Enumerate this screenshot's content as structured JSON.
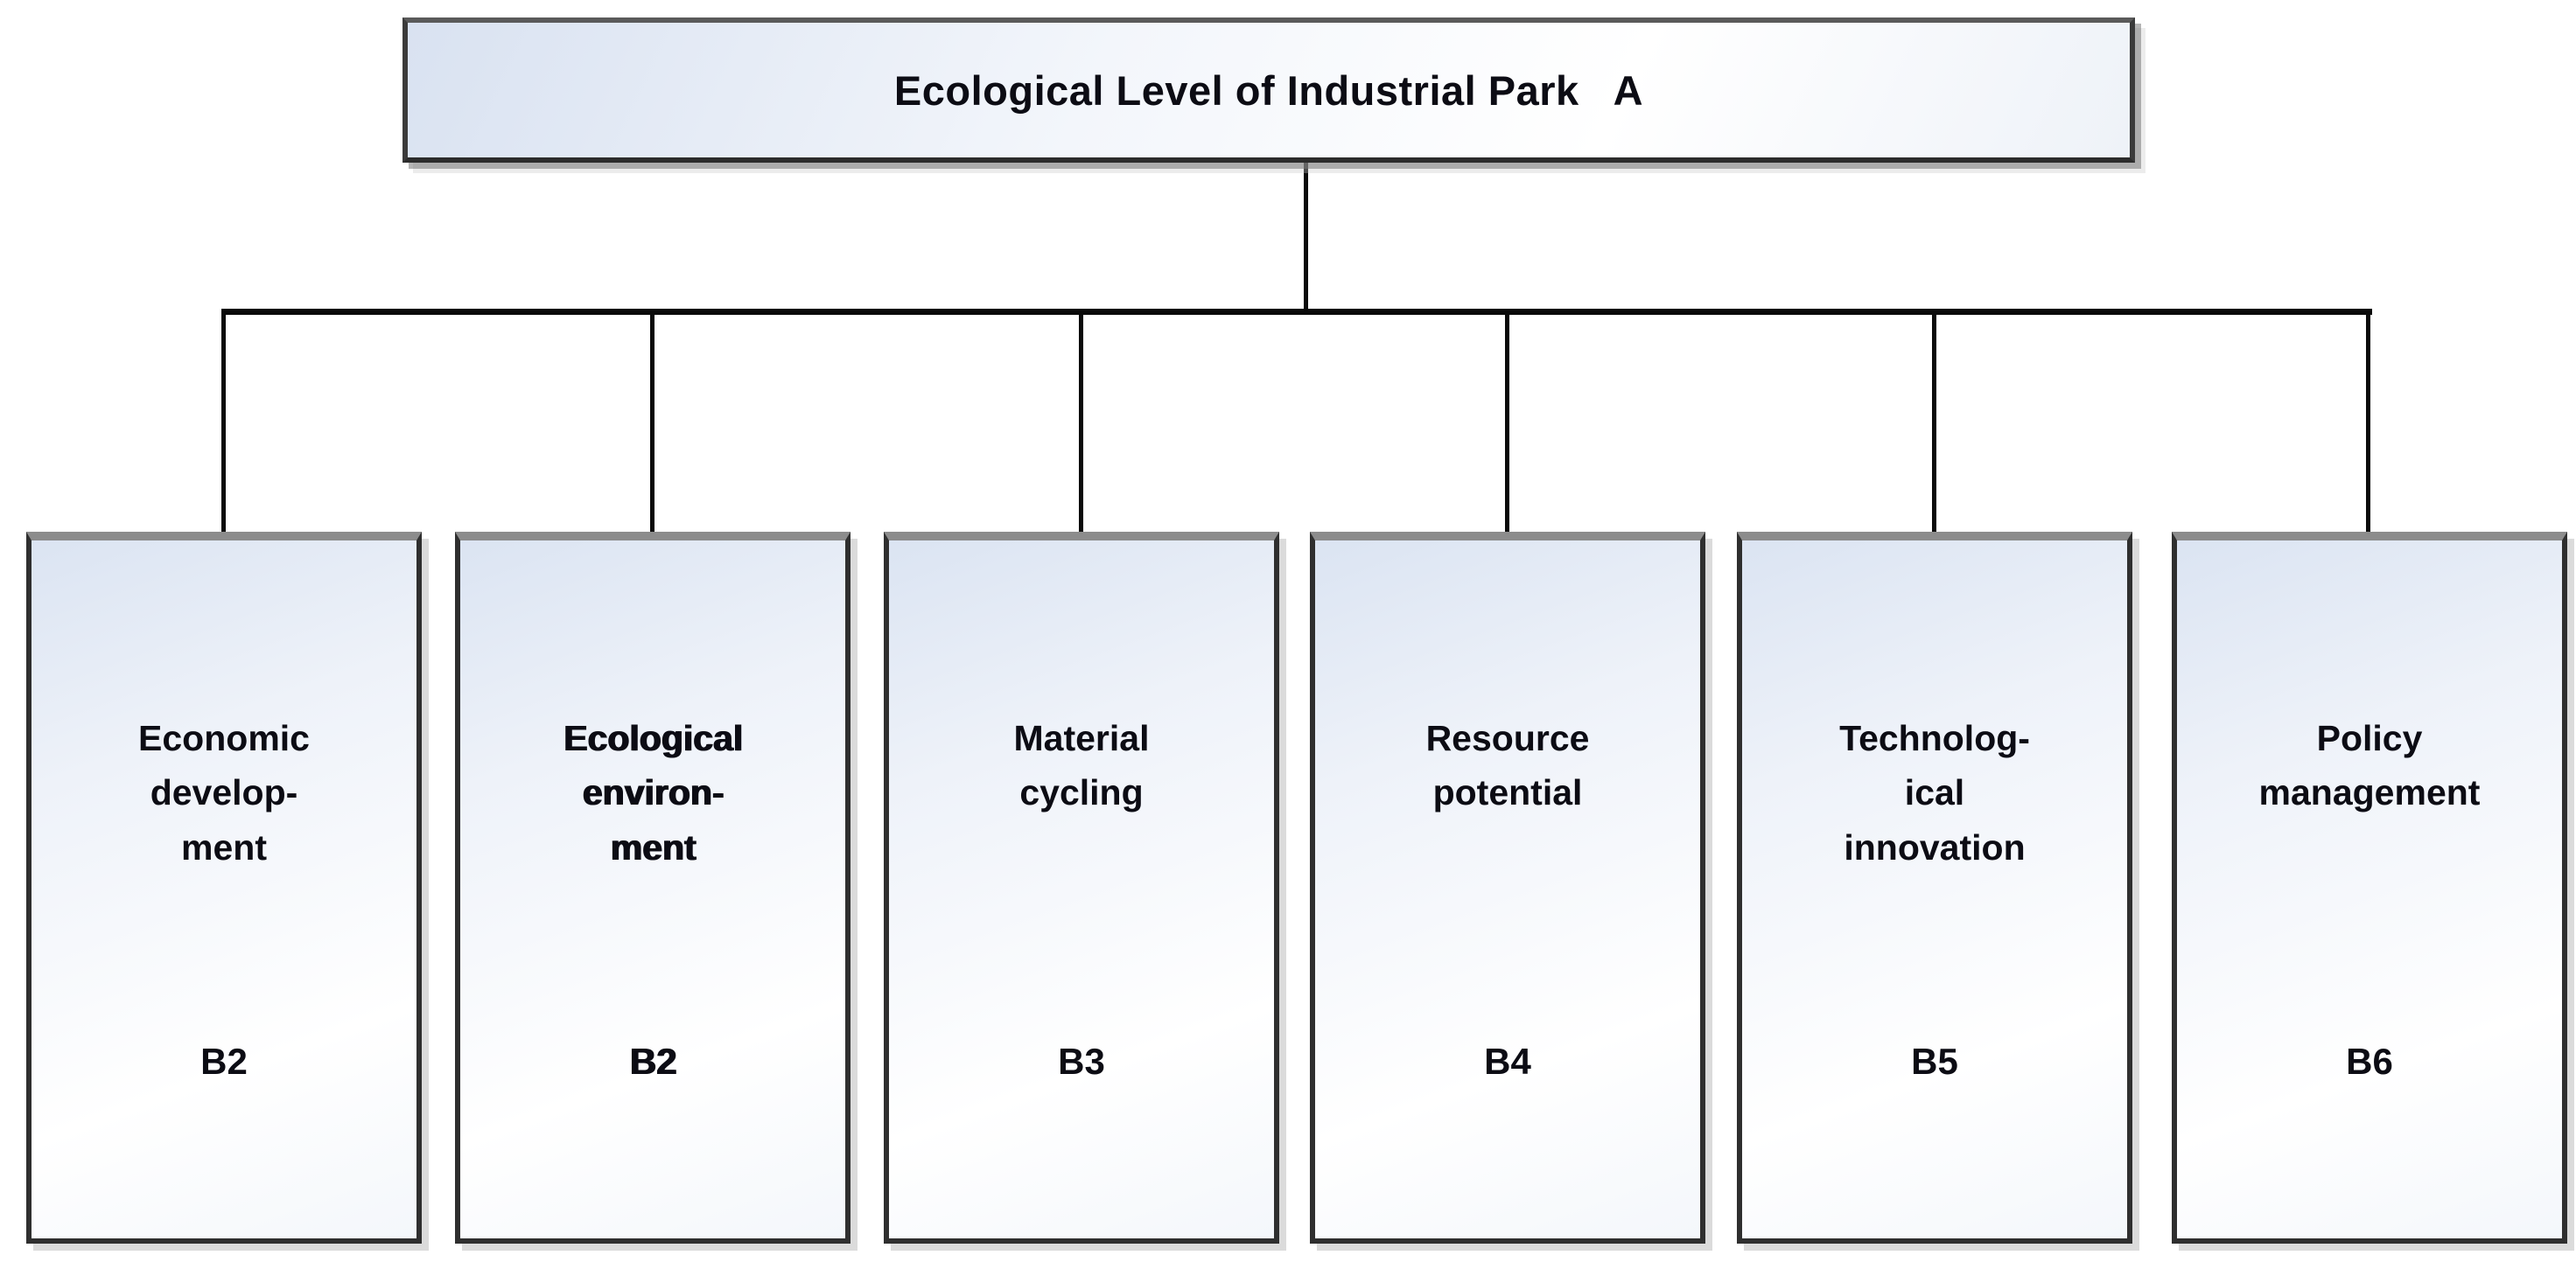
{
  "root": {
    "label": "Ecological Level of Industrial Park   A"
  },
  "children": [
    {
      "name": "economic-development",
      "line1": "Economic",
      "line2": "develop-",
      "line3": "ment",
      "code": "B2"
    },
    {
      "name": "ecological-environment",
      "line1": "Ecological",
      "line2": "environ-",
      "line3": "ment",
      "code": "B2"
    },
    {
      "name": "material-cycling",
      "line1": "Material",
      "line2": "cycling",
      "line3": "",
      "code": "B3"
    },
    {
      "name": "resource-potential",
      "line1": "Resource",
      "line2": "potential",
      "line3": "",
      "code": "B4"
    },
    {
      "name": "technological-innovation",
      "line1": "Technolog-",
      "line2": "ical",
      "line3": "innovation",
      "code": "B5"
    },
    {
      "name": "policy-management",
      "line1": "Policy",
      "line2": "management",
      "line3": "",
      "code": "B6"
    }
  ],
  "colors": {
    "node_fill_top": "#dbe4f2",
    "node_fill_bottom": "#ffffff",
    "node_border": "#2f2f2f",
    "node_border_top": "#8c8c8c",
    "connector": "#0a0a0a",
    "text": "#0c0c14",
    "shadow": "#dcdcdc"
  }
}
